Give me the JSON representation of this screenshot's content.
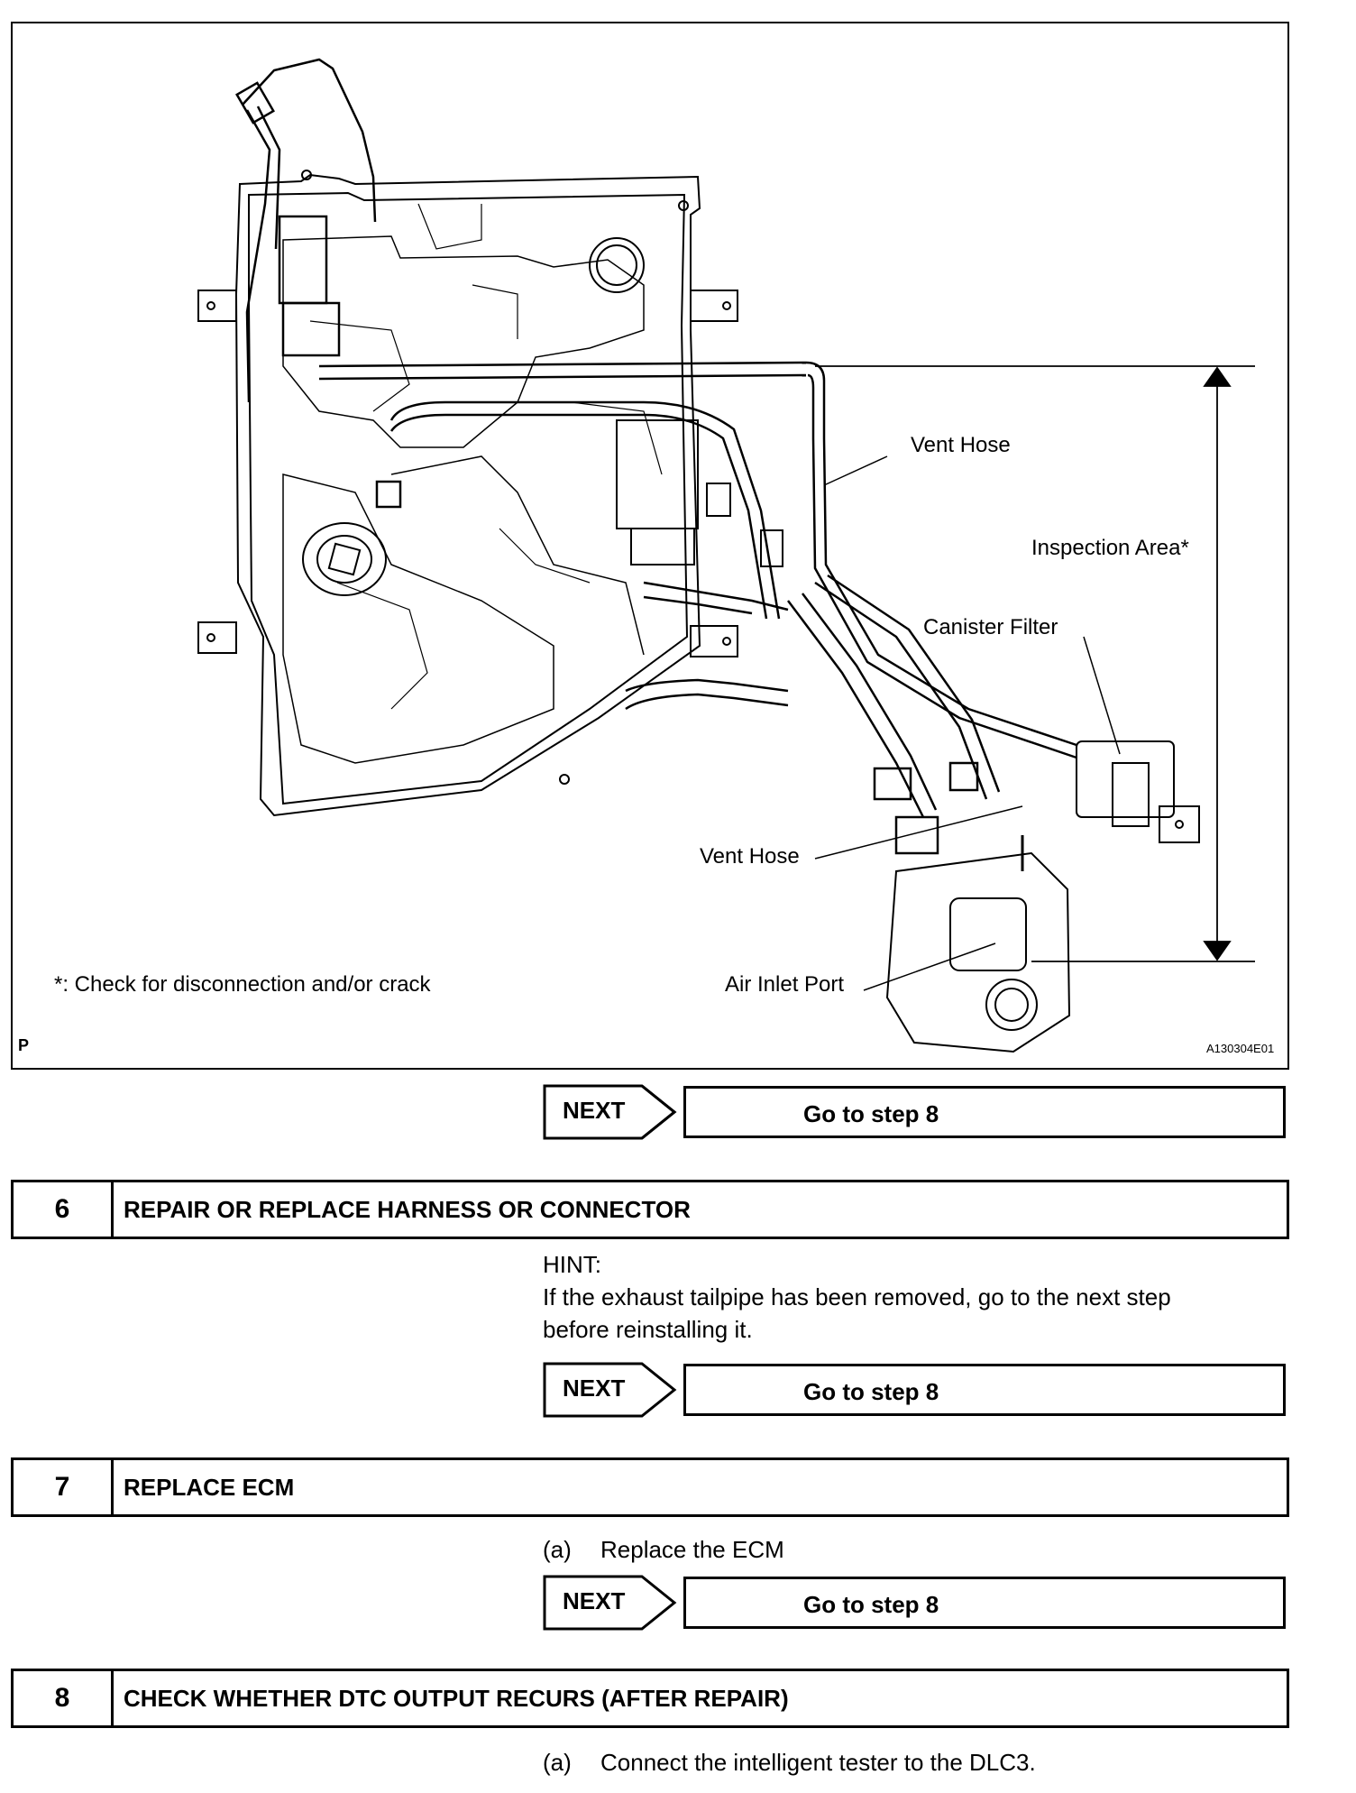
{
  "figure": {
    "labels": {
      "vent_hose_top": "Vent Hose",
      "inspection_area": "Inspection Area*",
      "canister_filter": "Canister Filter",
      "vent_hose_bottom": "Vent Hose",
      "air_inlet_port": "Air Inlet Port",
      "note": "*: Check for disconnection and/or crack",
      "corner_mark": "P",
      "figure_code": "A130304E01"
    }
  },
  "next_blocks": [
    {
      "next_label": "NEXT",
      "goto_label": "Go to step 8"
    },
    {
      "next_label": "NEXT",
      "goto_label": "Go to step 8"
    },
    {
      "next_label": "NEXT",
      "goto_label": "Go to step 8"
    }
  ],
  "steps": [
    {
      "number": "6",
      "title": "REPAIR OR REPLACE HARNESS OR CONNECTOR",
      "hint_label": "HINT:",
      "hint_lines": [
        "If the exhaust tailpipe has been removed, go to the next step",
        "before reinstalling it."
      ]
    },
    {
      "number": "7",
      "title": "REPLACE ECM",
      "items": [
        {
          "marker": "(a)",
          "text": "Replace the ECM"
        }
      ]
    },
    {
      "number": "8",
      "title": "CHECK WHETHER DTC OUTPUT RECURS (AFTER REPAIR)",
      "items": [
        {
          "marker": "(a)",
          "text": "Connect the intelligent tester to the DLC3."
        }
      ]
    }
  ]
}
